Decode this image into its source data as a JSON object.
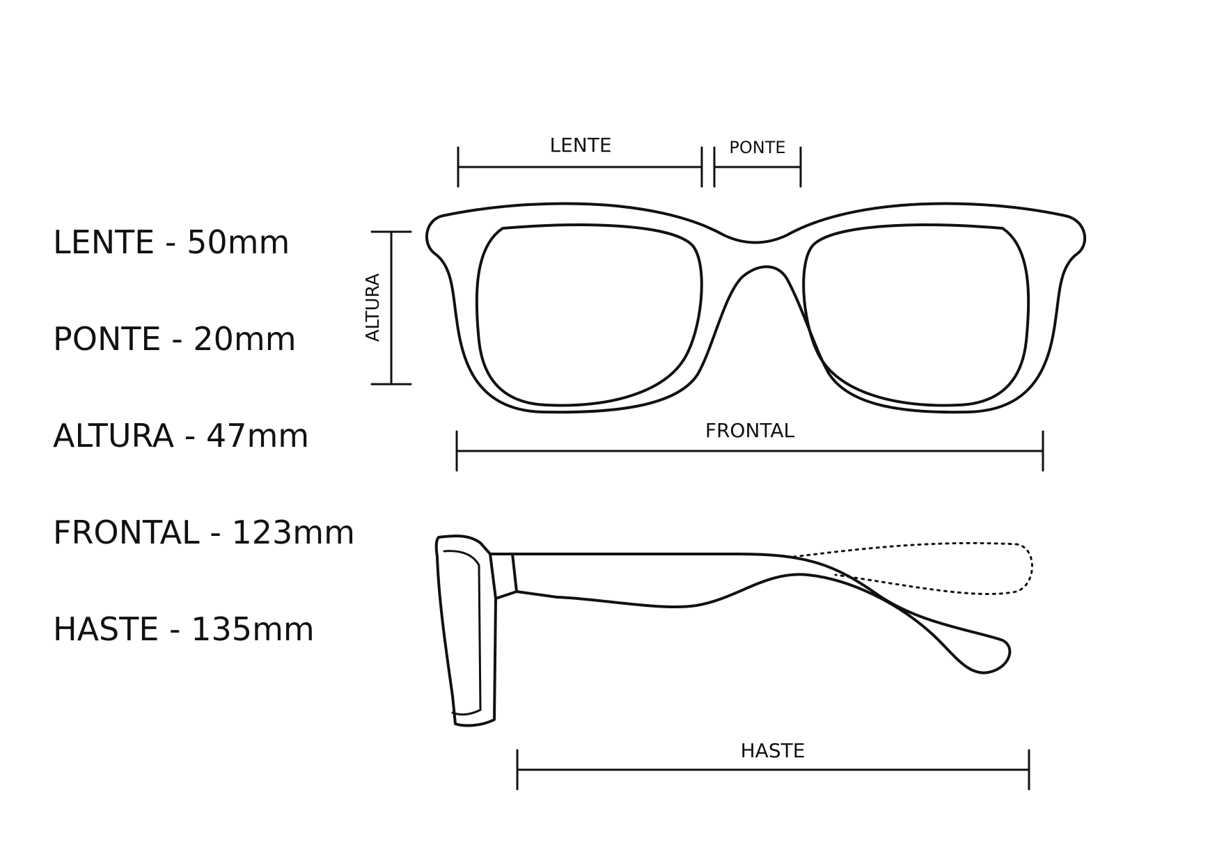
{
  "specs": [
    {
      "label": "LENTE - 50mm"
    },
    {
      "label": "PONTE - 20mm"
    },
    {
      "label": "ALTURA - 47mm"
    },
    {
      "label": "FRONTAL - 123mm"
    },
    {
      "label": "HASTE - 135mm"
    }
  ],
  "diagram": {
    "lente_label": "LENTE",
    "ponte_label": "PONTE",
    "altura_label": "ALTURA",
    "frontal_label": "FRONTAL",
    "haste_label": "HASTE"
  }
}
